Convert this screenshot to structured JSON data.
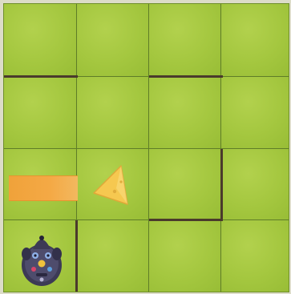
{
  "board": {
    "rows": 4,
    "columns": 4,
    "color": "#a3c83f",
    "wall_color": "#4a3a2c"
  },
  "pieces": {
    "robot": {
      "icon": "mouse-robot-icon",
      "row": 4,
      "column": 1,
      "facing": "up"
    },
    "cheese": {
      "icon": "cheese-icon",
      "row": 3,
      "column": 2,
      "color": "#f6c850"
    },
    "ramp": {
      "icon": "orange-bar",
      "row": 3,
      "column": 1,
      "color": "#f4a945"
    }
  },
  "walls": [
    {
      "between": "row1-row2",
      "column": 1
    },
    {
      "between": "row1-row2",
      "column": 3
    },
    {
      "between": "row3-row4",
      "column": 3
    },
    {
      "between": "column3-column4",
      "row": 3
    },
    {
      "between": "column1-column2",
      "row": 4
    }
  ]
}
